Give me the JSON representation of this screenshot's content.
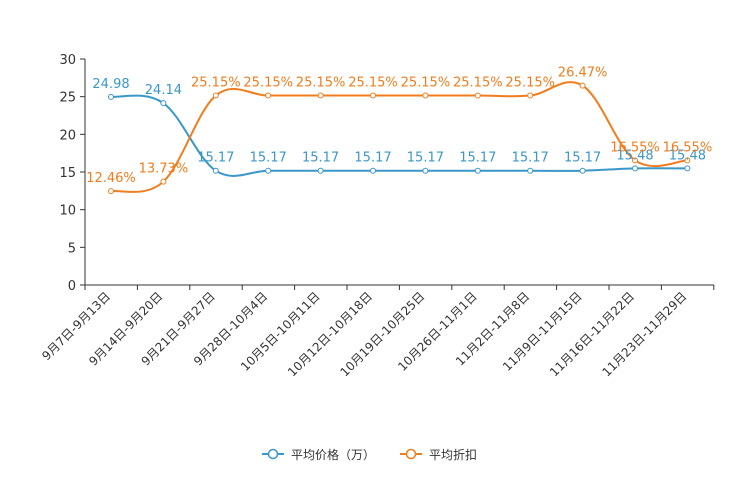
{
  "chart_data": {
    "type": "line",
    "categories": [
      "9月7日-9月13日",
      "9月14日-9月20日",
      "9月21日-9月27日",
      "9月28日-10月4日",
      "10月5日-10月11日",
      "10月12日-10月18日",
      "10月19日-10月25日",
      "10月26日-11月1日",
      "11月2日-11月8日",
      "11月9日-11月15日",
      "11月16日-11月22日",
      "11月23日-11月29日"
    ],
    "ylim": [
      0,
      30
    ],
    "yticks": [
      0,
      5,
      10,
      15,
      20,
      25,
      30
    ],
    "grid": false,
    "legend_position": "bottom",
    "series": [
      {
        "name": "平均价格（万）",
        "color": "#3a97c9",
        "values": [
          24.98,
          24.14,
          15.17,
          15.17,
          15.17,
          15.17,
          15.17,
          15.17,
          15.17,
          15.17,
          15.48,
          15.48
        ],
        "labels": [
          "24.98",
          "24.14",
          "15.17",
          "15.17",
          "15.17",
          "15.17",
          "15.17",
          "15.17",
          "15.17",
          "15.17",
          "15.48",
          "15.48"
        ]
      },
      {
        "name": "平均折扣",
        "color": "#f07d1e",
        "values": [
          12.46,
          13.73,
          25.15,
          25.15,
          25.15,
          25.15,
          25.15,
          25.15,
          25.15,
          26.47,
          16.55,
          16.55
        ],
        "labels": [
          "12.46%",
          "13.73%",
          "25.15%",
          "25.15%",
          "25.15%",
          "25.15%",
          "25.15%",
          "25.15%",
          "25.15%",
          "26.47%",
          "16.55%",
          "16.55%"
        ]
      }
    ]
  }
}
